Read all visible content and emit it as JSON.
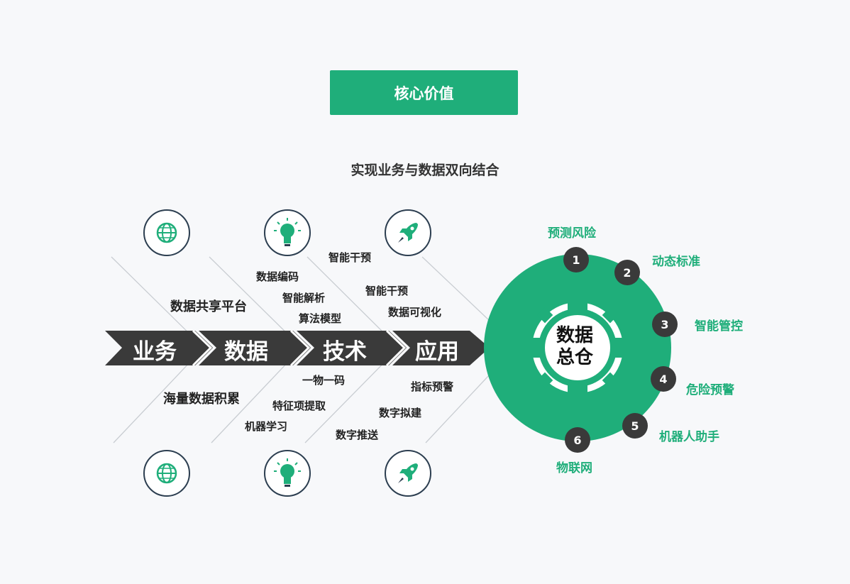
{
  "header": {
    "title": "核心价值",
    "subtitle": "实现业务与数据双向结合"
  },
  "spine": {
    "stages": [
      "业务",
      "数据",
      "技术",
      "应用"
    ]
  },
  "top_labels": {
    "business": "数据共享平台",
    "data": [
      "数据编码",
      "智能解析",
      "算法模型"
    ],
    "tech": [
      "智能干预",
      "智能干预",
      "数据可视化"
    ]
  },
  "bottom_labels": {
    "business": "海量数据积累",
    "data": [
      "特征项提取",
      "机器学习"
    ],
    "tech": [
      "一物一码"
    ],
    "app": [
      "指标预警",
      "数字拟建",
      "数字推送"
    ]
  },
  "hub": {
    "line1": "数据",
    "line2": "总仓"
  },
  "features": [
    {
      "num": "1",
      "label": "预测风险"
    },
    {
      "num": "2",
      "label": "动态标准"
    },
    {
      "num": "3",
      "label": "智能管控"
    },
    {
      "num": "4",
      "label": "危险预警"
    },
    {
      "num": "5",
      "label": "机器人助手"
    },
    {
      "num": "6",
      "label": "物联网"
    }
  ],
  "icons": [
    "globe-icon",
    "lightbulb-icon",
    "rocket-icon",
    "globe-icon",
    "lightbulb-icon",
    "rocket-icon"
  ],
  "colors": {
    "accent": "#1fae7a",
    "dark": "#3a3a3a",
    "icon_ring": "#2c3e50",
    "background": "#f7f8fa"
  }
}
